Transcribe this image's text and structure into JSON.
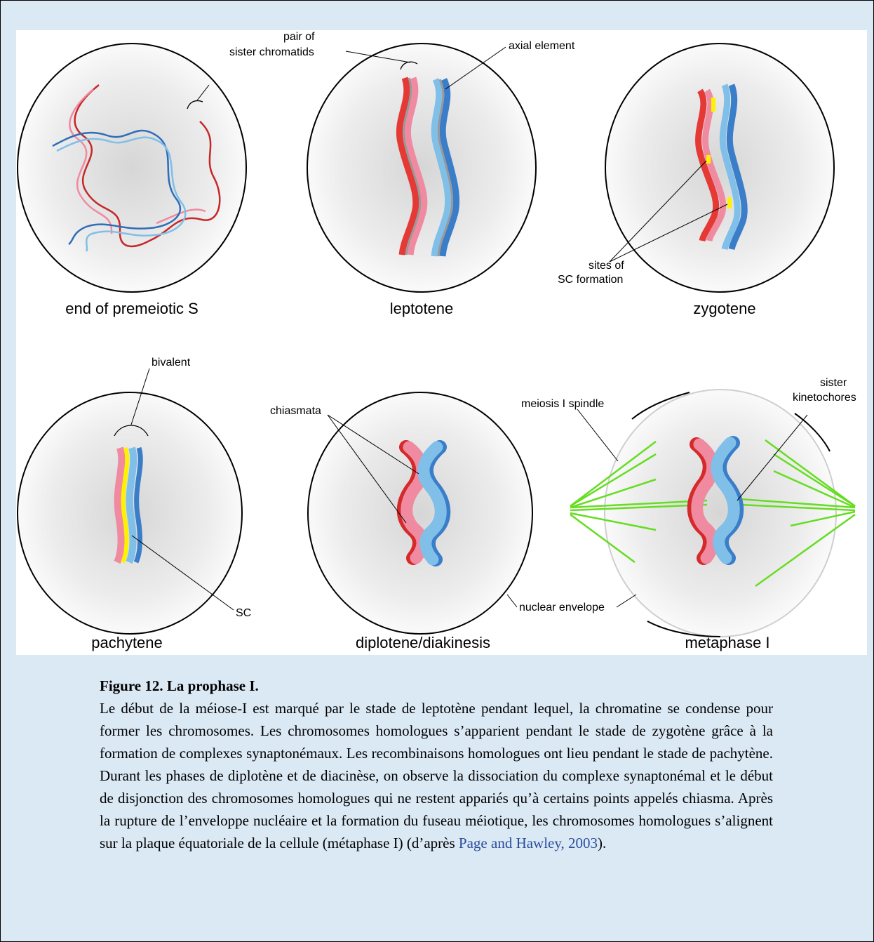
{
  "stages": [
    {
      "label": "end of premeiotic S"
    },
    {
      "label": "leptotene"
    },
    {
      "label": "zygotene"
    },
    {
      "label": "pachytene"
    },
    {
      "label": "diplotene/diakinesis"
    },
    {
      "label": "metaphase I"
    }
  ],
  "annotations": {
    "pair_of": "pair of",
    "sister_chromatids": "sister chromatids",
    "axial_element": "axial element",
    "sites_of": "sites of",
    "sc_formation": "SC formation",
    "bivalent": "bivalent",
    "sc": "SC",
    "chiasmata": "chiasmata",
    "nuclear_envelope": "nuclear envelope",
    "meiosis_spindle": "meiosis I spindle",
    "sister": "sister",
    "kinetochores": "kinetochores"
  },
  "colors": {
    "red": "#d42a2a",
    "pink": "#f08aa0",
    "light_blue": "#7fbfe8",
    "blue": "#3a7dc9",
    "yellow": "#fff200",
    "green": "#66dd22",
    "gray": "#999999"
  },
  "caption": {
    "title": "Figure 12. La prophase I.",
    "text": "Le début de la méiose-I est marqué par le stade de leptotène pendant lequel, la chromatine se condense pour former les chromosomes. Les chromosomes homologues s’apparient pendant le stade de zygotène grâce à la formation de complexes synaptonémaux. Les recombinaisons homologues ont lieu pendant le stade de pachytène. Durant les phases de diplotène et de diacinèse, on observe la dissociation du complexe synaptonémal et le début de disjonction des chromosomes homologues qui ne restent appariés qu’à certains points appelés chiasma. Après la rupture de l’enveloppe nucléaire et la formation du fuseau méiotique, les chromosomes homologues s’alignent sur la plaque équatoriale de la cellule (métaphase I) (d’après ",
    "citation": "Page and Hawley, 2003",
    "end": ")."
  }
}
